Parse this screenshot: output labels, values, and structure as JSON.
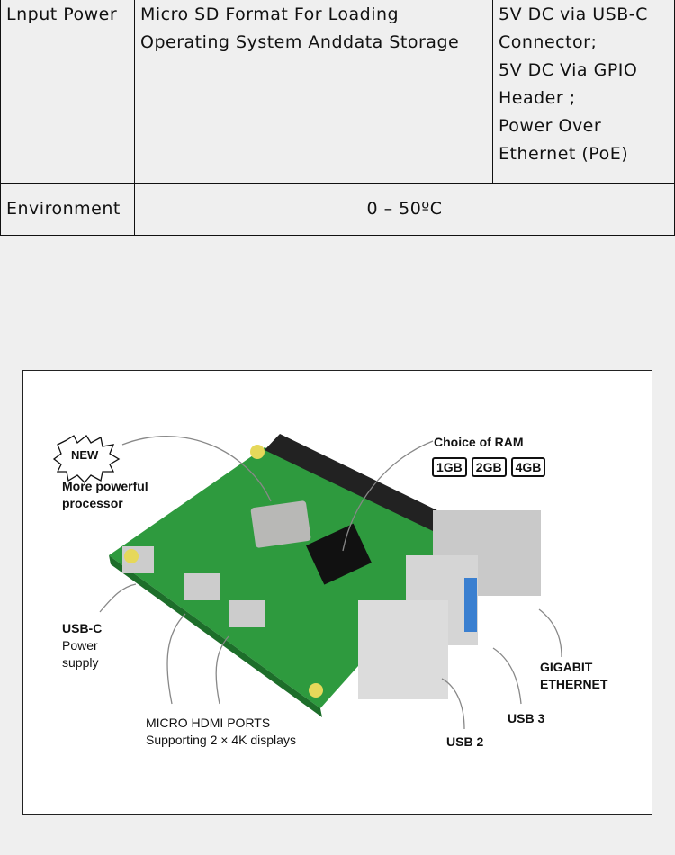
{
  "table": {
    "rows": [
      {
        "label": "Lnput Power",
        "col2": "Micro SD Format For Loading Operating System Anddata Storage",
        "col3_lines": [
          "5V DC via USB-C Connector;",
          "5V DC Via GPIO Header ;",
          "Power Over Ethernet (PoE)"
        ]
      },
      {
        "label": "Environment",
        "value": "0 – 50ºC"
      }
    ]
  },
  "figure": {
    "badge": "NEW",
    "processor": [
      "More powerful",
      "processor"
    ],
    "ram_title": "Choice of RAM",
    "ram_options": [
      "1GB",
      "2GB",
      "4GB"
    ],
    "usbc": [
      "USB-C",
      "Power",
      "supply"
    ],
    "hdmi_title": "MICRO HDMI PORTS",
    "hdmi_sub": "Supporting 2 × 4K displays",
    "ethernet": [
      "GIGABIT",
      "ETHERNET"
    ],
    "usb3": "USB 3",
    "usb2": "USB 2"
  }
}
